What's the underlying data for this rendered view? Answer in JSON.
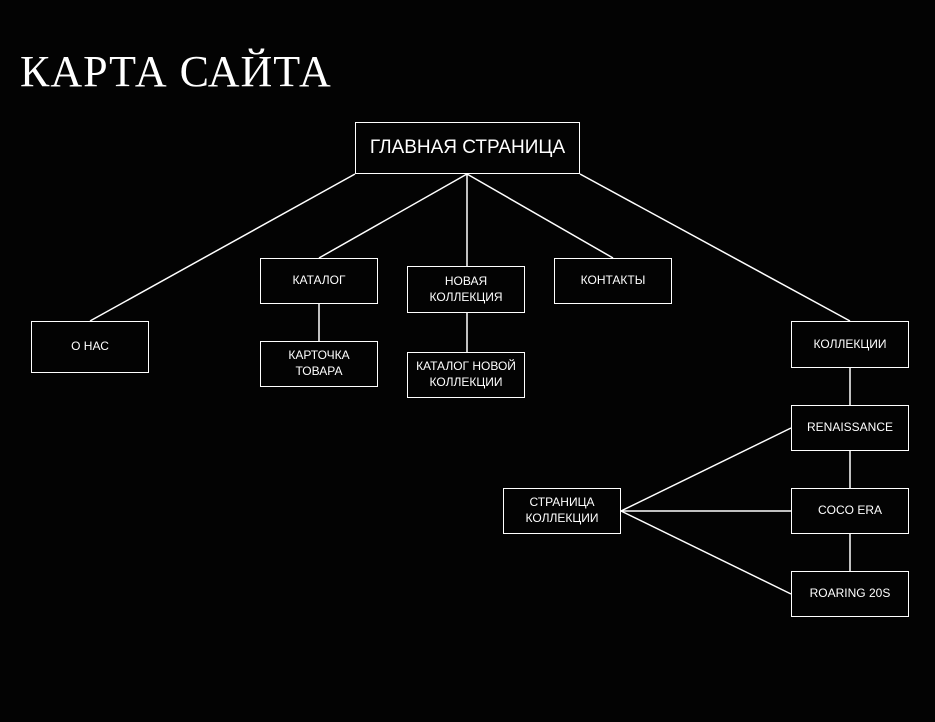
{
  "title": "КАРТА САЙТА",
  "nodes": {
    "home": "ГЛАВНАЯ СТРАНИЦА",
    "about": "О НАС",
    "catalog": "КАТАЛОГ",
    "product_card": "КАРТОЧКА ТОВАРА",
    "new_collection": "НОВАЯ\nКОЛЛЕКЦИЯ",
    "new_collection_catalog": "КАТАЛОГ НОВОЙ\nКОЛЛЕКЦИИ",
    "contacts": "КОНТАКТЫ",
    "collections": "КОЛЛЕКЦИИ",
    "renaissance": "RENAISSANCE",
    "coco_era": "COCO ERA",
    "roaring_20s": "ROARING 20S",
    "collection_page": "СТРАНИЦА\nКОЛЛЕКЦИИ"
  },
  "edges": [
    [
      "home",
      "about"
    ],
    [
      "home",
      "catalog"
    ],
    [
      "home",
      "new_collection"
    ],
    [
      "home",
      "contacts"
    ],
    [
      "home",
      "collections"
    ],
    [
      "catalog",
      "product_card"
    ],
    [
      "new_collection",
      "new_collection_catalog"
    ],
    [
      "collections",
      "renaissance"
    ],
    [
      "renaissance",
      "coco_era"
    ],
    [
      "coco_era",
      "roaring_20s"
    ],
    [
      "collection_page",
      "renaissance"
    ],
    [
      "collection_page",
      "coco_era"
    ],
    [
      "collection_page",
      "roaring_20s"
    ]
  ],
  "colors": {
    "background": "#030303",
    "foreground": "#ffffff"
  }
}
